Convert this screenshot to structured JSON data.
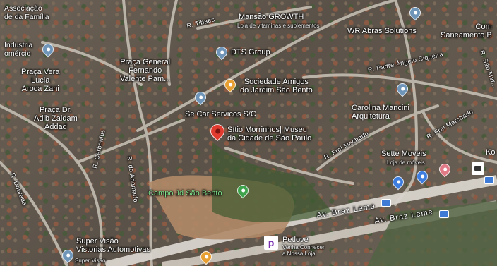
{
  "places": {
    "associacao": "Associação\nde da Família",
    "industria": "Industria\nomércio",
    "mansao": "Mansão GROWTH",
    "mansao_sub": "Loja de vitaminas e suplementos",
    "dts": "DTS Group",
    "wr": "WR Abras Solutions",
    "com": "Com\nSaneamento B",
    "praca_vera": "Praça Vera\nLucia\nAroca Zani",
    "praca_fernando": "Praça General\nFernando\nValente Pam...",
    "sociedade": "Sociedade Amigos\ndo Jardim São Bento",
    "praca_adib": "Praça Dr.\nAdib Zaidam\nAddad",
    "secar": "Se Car Servicos S/C",
    "carolina": "Carolina Mancini\nArquitetura",
    "sitio": "Sítio Morrinhos| Museu\nda Cidade de São Paulo",
    "sette": "Sette Moveis",
    "sette_sub": "Loja de móveis",
    "ko": "Ko",
    "campo": "Campo Jd São Bento",
    "petlove": "Petlove",
    "petlove_sub": "Venha Conhecer\na Nossa Loja",
    "supervisao": "Super Visão\nVistorias Automotivas",
    "supervisao_sub": "Super Visão"
  },
  "roads": {
    "tibaes": "R. Tibaes",
    "padre": "R. Padre Ângelo Siqueira",
    "sao_mar": "R. São Mar...",
    "frei_marchado": "R. Frei Marchado",
    "frei_machado": "R. Frei Machado",
    "cerbonius": "R. Cerbonius",
    "adamado": "R. do Adamado",
    "dobrada": "R. Dobrada",
    "braz1": "Av. Braz Leme",
    "braz2": "Av. Braz Leme"
  },
  "pin_types": {
    "blue": "place-marker",
    "orange": "restaurant-marker",
    "red": "selected-place-marker",
    "green": "park-marker",
    "rose": "store-marker"
  }
}
